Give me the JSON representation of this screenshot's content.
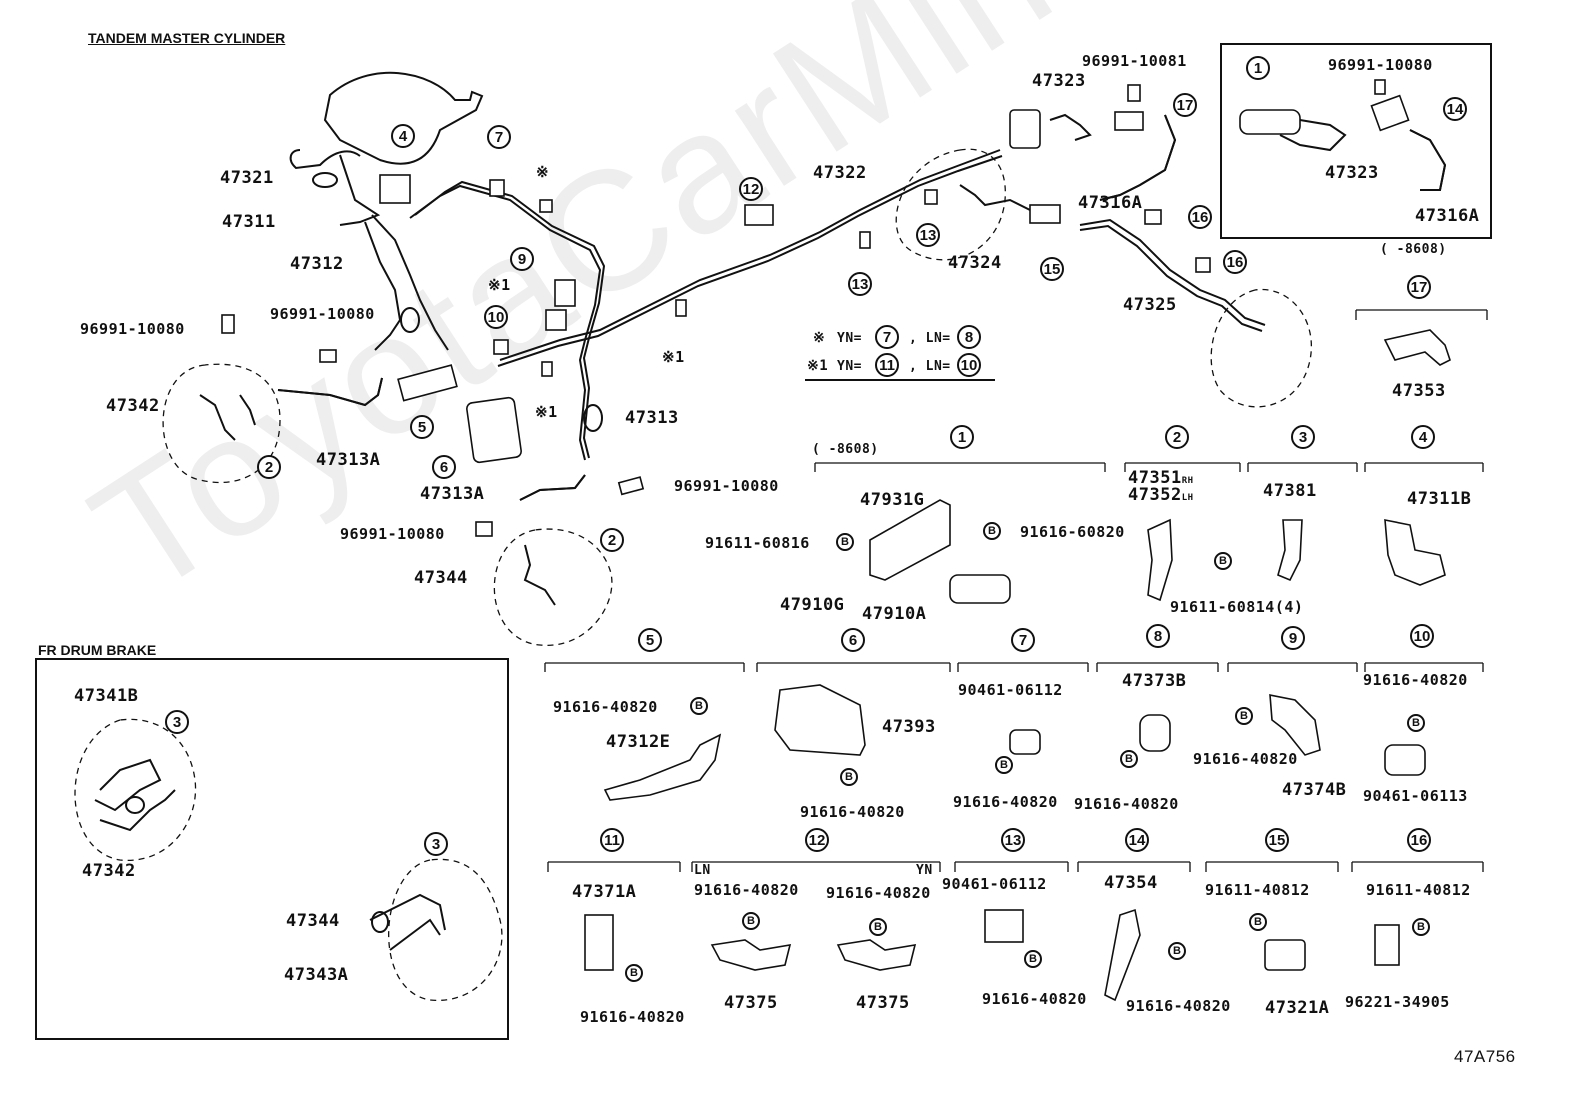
{
  "headers": {
    "tandem": "TANDEM MASTER CYLINDER",
    "drum": "FR DRUM BRAKE",
    "code": "47A756"
  },
  "watermark": "ToyotaCarMine.ru",
  "legend": {
    "mark1": "※",
    "yn1": "YN=",
    "c1": "7",
    "ln1": ", LN=",
    "c2": "8",
    "mark2": "※1",
    "yn2": "YN=",
    "c3": "11",
    "ln2": ", LN=",
    "c4": "10"
  },
  "asterisk_marks": {
    "a1": "※",
    "a2": "※1",
    "a3": "※1",
    "a4": "※1"
  },
  "parts": {
    "p47321": "47321",
    "p47311": "47311",
    "p47312": "47312",
    "p96991a": "96991-10080",
    "p96991b": "96991-10080",
    "p47342a": "47342",
    "p47313A_a": "47313A",
    "p47313": "47313",
    "p47313A_b": "47313A",
    "p96991c": "96991-10080",
    "p96991d": "96991-10080",
    "p47344a": "47344",
    "p47322": "47322",
    "p47323a": "47323",
    "p96991e": "96991-10081",
    "p47316A_a": "47316A",
    "p47324": "47324",
    "p47325": "47325",
    "p96991f": "96991-10080",
    "p47323b": "47323",
    "p47316A_b": "47316A",
    "r8608a": "(      -8608)",
    "p47353": "47353",
    "r8608b": "(      -8608)",
    "p47931G": "47931G",
    "p91616_60820": "91616-60820",
    "p91611_60816": "91611-60816",
    "p47910G": "47910G",
    "p47910A": "47910A",
    "p47351": "47351",
    "p47351s": "RH",
    "p47352": "47352",
    "p47352s": "LH",
    "p91611_60814": "91611-60814(4)",
    "p47381": "47381",
    "p47311B": "47311B",
    "p91616_40820_5": "91616-40820",
    "p47312E": "47312E",
    "p47393": "47393",
    "p91616_40820_6": "91616-40820",
    "p90461_06112_7": "90461-06112",
    "p91616_40820_7": "91616-40820",
    "p47373B": "47373B",
    "p91616_40820_8": "91616-40820",
    "p91616_40820_9": "91616-40820",
    "p47374B": "47374B",
    "p91616_40820_10": "91616-40820",
    "p90461_06113": "90461-06113",
    "p47341B": "47341B",
    "p47342b": "47342",
    "p47344b": "47344",
    "p47343A": "47343A",
    "p47371A": "47371A",
    "p91616_40820_11": "91616-40820",
    "ln12": "LN",
    "yn12": "YN",
    "p91616_40820_12a": "91616-40820",
    "p91616_40820_12b": "91616-40820",
    "p47375a": "47375",
    "p47375b": "47375",
    "p90461_06112_13": "90461-06112",
    "p91616_40820_13": "91616-40820",
    "p47354": "47354",
    "p91616_40820_14": "91616-40820",
    "p91611_40812_15": "91611-40812",
    "p47321A": "47321A",
    "p91611_40812_16": "91611-40812",
    "p96221_34905": "96221-34905"
  },
  "circles": {
    "c1a": "1",
    "c2a": "2",
    "c2b": "2",
    "c3a": "3",
    "c3b": "3",
    "c4a": "4",
    "c5a": "5",
    "c6a": "6",
    "c7a": "7",
    "c9a": "9",
    "c10a": "10",
    "c12a": "12",
    "c13a": "13",
    "c13b": "13",
    "c14a": "14",
    "c15a": "15",
    "c16a": "16",
    "c16b": "16",
    "c17a": "17",
    "c17b": "17",
    "g1": "1",
    "g2": "2",
    "g3": "3",
    "g4": "4",
    "g5": "5",
    "g6": "6",
    "g7": "7",
    "g8": "8",
    "g9": "9",
    "g10": "10",
    "g11": "11",
    "g12": "12",
    "g13": "13",
    "g14": "14",
    "g15": "15",
    "g16": "16"
  },
  "bolt_mark": "B"
}
